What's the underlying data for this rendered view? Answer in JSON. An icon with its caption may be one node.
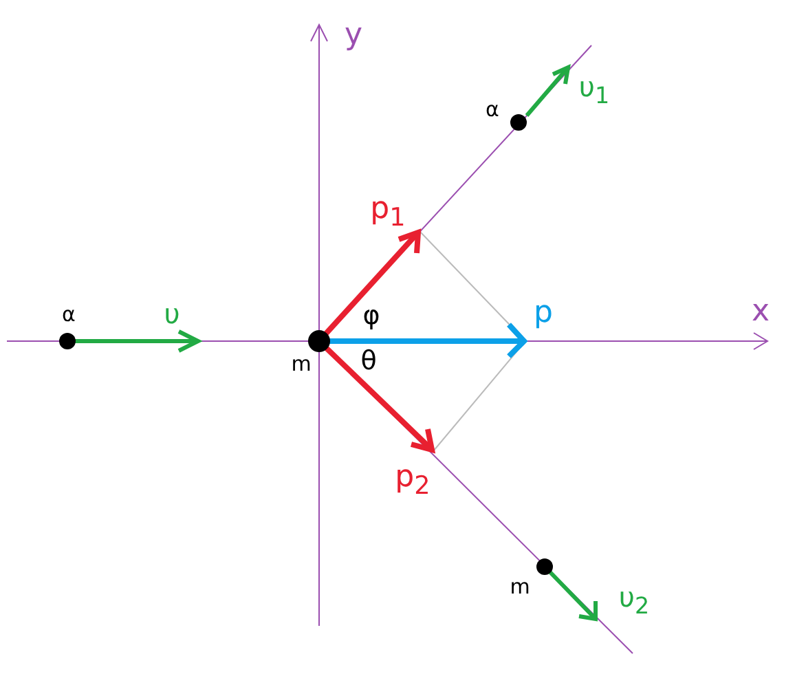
{
  "diagram": {
    "labels": [
      "y",
      "α",
      "υ$_{1}$",
      "p$_{1}$",
      "α",
      "υ",
      "p",
      "x",
      "φ",
      "m",
      "θ",
      "p$_{2}$",
      "m",
      "υ$_{2}$"
    ]
  }
}
